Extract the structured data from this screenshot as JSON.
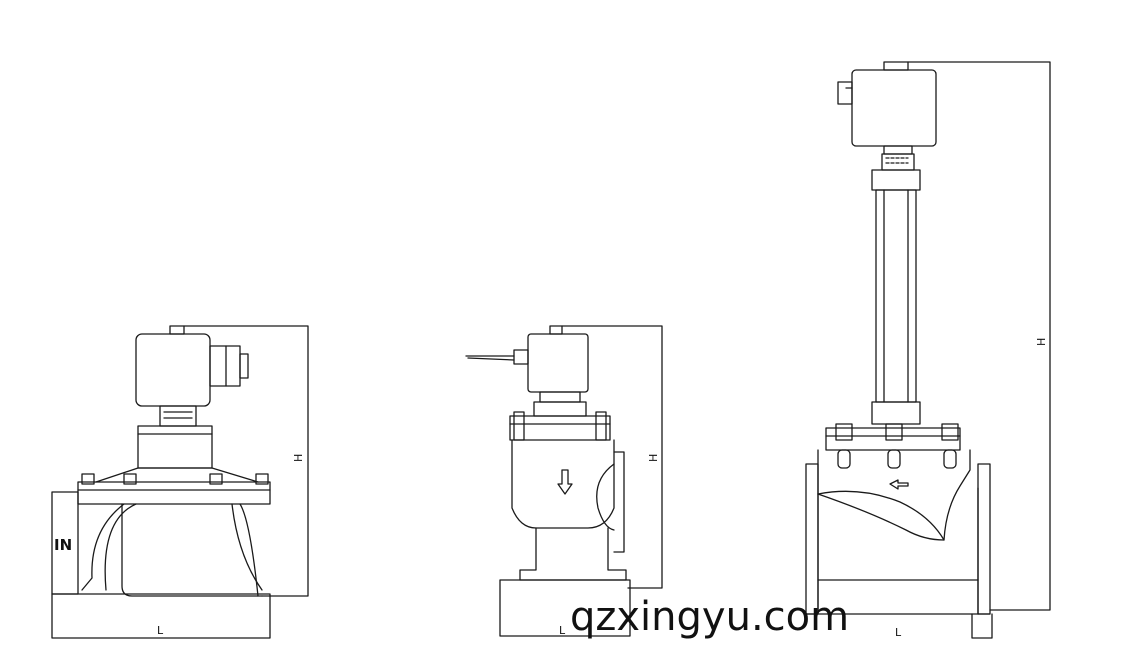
{
  "figures": [
    {
      "id": "valve-right-angle",
      "inlet_label": "IN",
      "height_label": "H",
      "length_label": "L"
    },
    {
      "id": "valve-submerged",
      "height_label": "H",
      "length_label": "L"
    },
    {
      "id": "valve-extended-flange",
      "height_label": "H",
      "length_label": "L"
    }
  ],
  "watermark": "qzxingyu.com",
  "colors": {
    "line": "#1a1a1a",
    "background": "#ffffff"
  }
}
